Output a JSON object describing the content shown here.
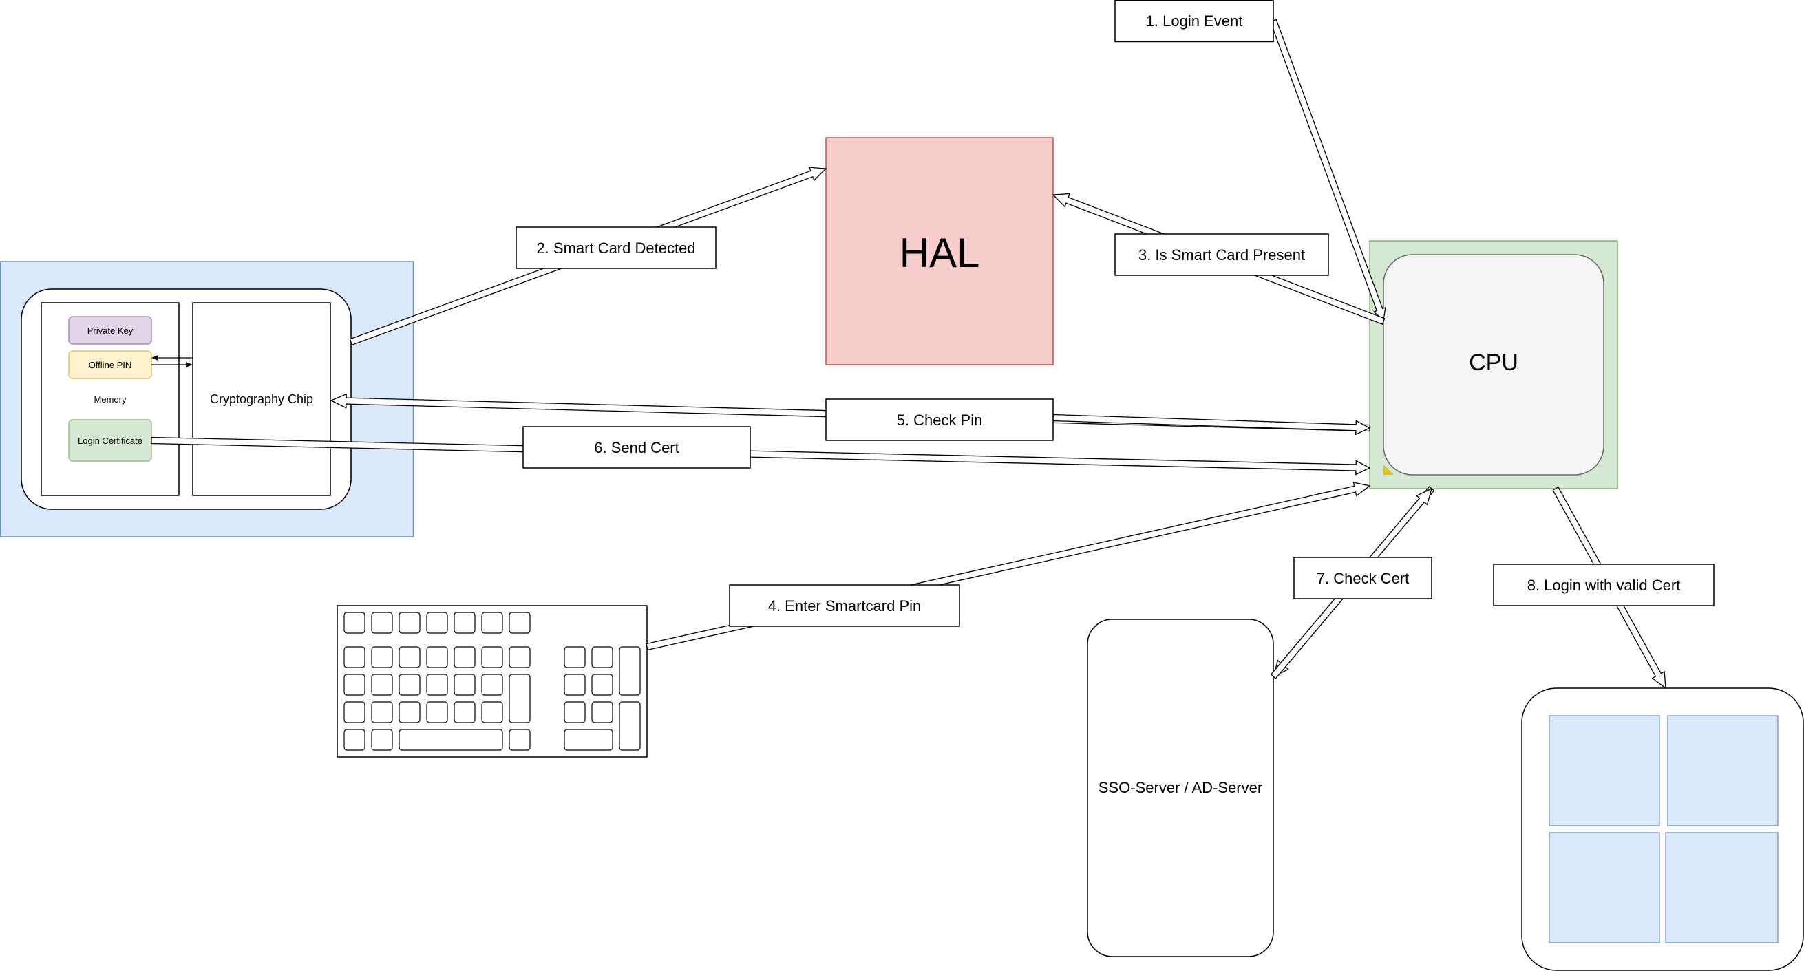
{
  "colors": {
    "card_bg": "#dae8fc",
    "card_stroke": "#6c8ebf",
    "hal_bg": "#f8cecc",
    "hal_stroke": "#b85450",
    "cpu_bg": "#d5e8d4",
    "cpu_stroke": "#82b366",
    "cpu_core_bg": "#f5f5f5",
    "private_key_bg": "#e1d5e7",
    "private_key_stroke": "#9673a6",
    "offline_pin_bg": "#fff2cc",
    "offline_pin_stroke": "#d6b656",
    "login_cert_bg": "#d5e8d4",
    "login_cert_stroke": "#82b366",
    "screen_tile_bg": "#dae8fc",
    "screen_tile_stroke": "#6c8ebf",
    "cpu_corner_marker": "#e0c020"
  },
  "smart_card": {
    "memory_label": "Memory",
    "crypto_chip_label": "Cryptography Chip",
    "private_key_label": "Private Key",
    "offline_pin_label": "Offline PIN",
    "login_certificate_label": "Login Certificate"
  },
  "hal": {
    "label": "HAL"
  },
  "cpu": {
    "label": "CPU"
  },
  "server": {
    "label": "SSO-Server / AD-Server"
  },
  "steps": {
    "s1": "1. Login Event",
    "s2": "2. Smart Card Detected",
    "s3": "3. Is Smart Card Present",
    "s4": "4. Enter Smartcard Pin",
    "s5": "5. Check Pin",
    "s6": "6. Send Cert",
    "s7": "7. Check Cert",
    "s8": "8. Login with valid Cert"
  }
}
